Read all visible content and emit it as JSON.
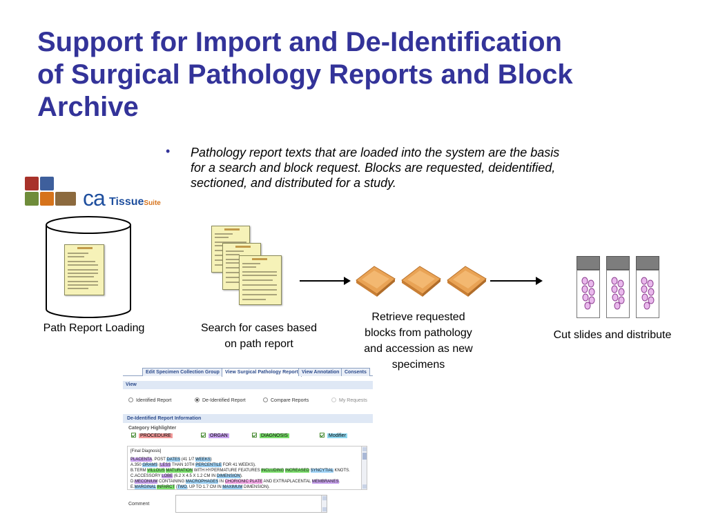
{
  "slide": {
    "title_lines": [
      "Support for Import and De-Identification",
      "of Surgical Pathology Reports and Block",
      "Archive"
    ],
    "bullet": {
      "symbol": "•",
      "lines": [
        "Pathology report texts that are loaded into the system are the basis",
        "for a search and block request.  Blocks are requested, deidentified,",
        "sectioned, and distributed for a study."
      ]
    },
    "logo": {
      "ca": "ca",
      "tissue": "Tissue",
      "suite": "Suite"
    },
    "workflow": {
      "step1": [
        "Path Report Loading"
      ],
      "step2": [
        "Search for cases based",
        "on path report"
      ],
      "step3": [
        "Retrieve requested",
        "blocks from pathology",
        "and accession as new",
        "specimens"
      ],
      "step4": [
        "Cut slides and distribute"
      ]
    }
  },
  "screenshot": {
    "tabs": [
      "Edit Specimen Collection Group",
      "View Surgical Pathology Report",
      "View Annotation",
      "Consents"
    ],
    "active_tab": 1,
    "view_title": "View",
    "radios": [
      "Identified Report",
      "De-Identified Report",
      "Compare Reports",
      "My Requests"
    ],
    "selected_radio": 1,
    "section_title": "De-Identified Report Information",
    "category_title": "Category Highlighter",
    "categories": [
      "PROCEDURE",
      "ORGAN",
      "DIAGNOSIS",
      "Modifier"
    ],
    "report_heading": "[Final Diagnosis]",
    "report_lines": [
      "PLACENTA, POST DATES (41 1/7 WEEKS)",
      "A.350 GRAMS (LESS THAN 10TH PERCENTILE FOR 41 WEEKS).",
      "B.TERM VILLOUS MATURATION WITH HYPERMATURE FEATURES INCLUDING INCREASED SYNCYTIAL KNOTS.",
      "C.ACCESSORY LOBE (6.2 X 4.5 X 1.2 CM IN DIMENSION).",
      "D.MECONIUM CONTAINING MACROPHAGES IN CHORIONIC PLATE AND EXTRAPLACENTAL MEMBRANES.",
      "E.MARGINAL INFARCT (TWO, UP TO 1.7 CM IN MAXIMUM DIMENSION)."
    ],
    "comment_label": "Comment"
  }
}
